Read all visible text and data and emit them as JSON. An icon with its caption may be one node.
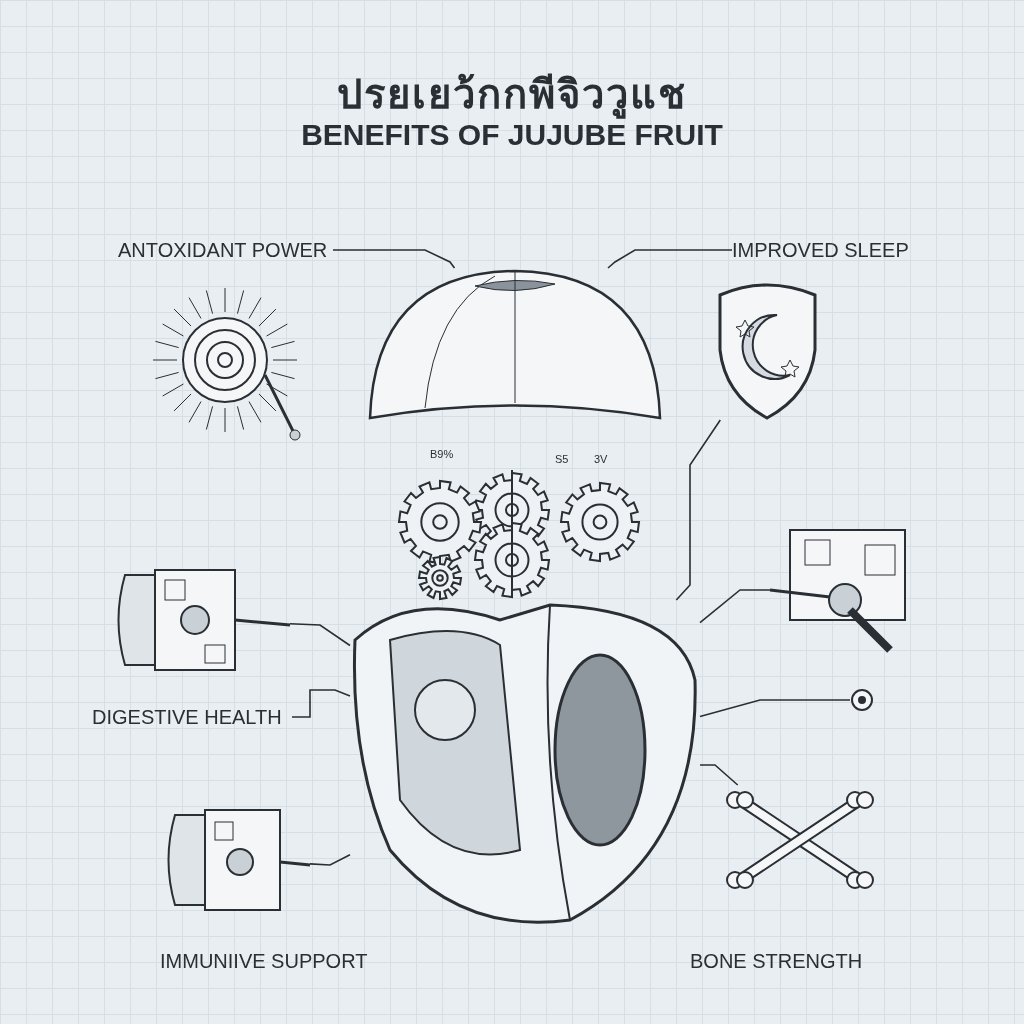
{
  "diagram": {
    "title": "ปรยเยว้กกพีจิววูแช",
    "nodes": [
      {
        "text": [
          "ANTOXIDANT POWER"
        ]
      },
      {
        "text": [
          "IMPROVED SLEEP"
        ]
      },
      {
        "text": [],
        "shape": "picture"
      },
      {
        "text": [],
        "shape": "picture"
      },
      {
        "text": [],
        "shape": "picture"
      },
      {
        "text": [],
        "shape": "picture"
      },
      {
        "text": [],
        "shape": "picture"
      },
      {
        "text": [
          "DIGESTIVE HEALTH"
        ]
      },
      {
        "text": [],
        "shape": "picture"
      },
      {
        "text": [],
        "shape": "circle"
      },
      {
        "text": [],
        "shape": "picture"
      },
      {
        "text": [
          "IMMUNIIVE SUPPORT"
        ]
      },
      {
        "text": [],
        "shape": "picture"
      },
      {
        "text": [
          "BONE STRENGTH"
        ]
      }
    ],
    "edges": [
      {
        "from": 0,
        "to": 2,
        "arrow": "none"
      },
      {
        "from": 1,
        "to": 2,
        "arrow": "none"
      },
      {
        "from": 7,
        "to": 6,
        "arrow": "none"
      },
      {
        "from": 5,
        "to": 6,
        "arrow": "none"
      },
      {
        "from": 10,
        "to": 6,
        "arrow": "none"
      },
      {
        "from": 6,
        "to": 9,
        "arrow": "none"
      },
      {
        "from": 6,
        "to": 12,
        "arrow": "none"
      },
      {
        "from": 8,
        "to": 6,
        "arrow": "none"
      },
      {
        "from": 4,
        "to": 6,
        "arrow": "none"
      }
    ],
    "labels": [
      "BENEFITS OF JUJUBE FRUIT",
      "B9%",
      "S5",
      "3V"
    ]
  }
}
